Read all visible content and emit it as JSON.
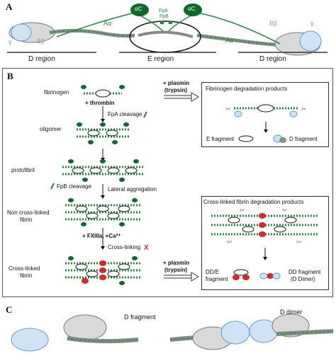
{
  "panel_a": {
    "letter": "A",
    "alpha_c_left": "αC",
    "alpha_c_right": "αC",
    "fpa": "FpA",
    "fpb": "FpB",
    "a_alpha_left": "Aα",
    "a_alpha_right": "Aα",
    "b_beta_left": "Bβ",
    "b_beta_right": "Bβ",
    "gamma_left": "γ",
    "gamma_right": "γ",
    "region_left": "D region",
    "region_mid": "E region",
    "region_right": "D region"
  },
  "panel_b": {
    "letter": "B",
    "fibrinogen": "fibrinogen",
    "thrombin": "+ thrombin",
    "fpa_cleavage": "FpA cleavage",
    "oligomer": "oligomer",
    "protofibril": "protofibril",
    "fpb_cleavage": "FpB cleavage",
    "lateral_aggregation": "Lateral aggregation",
    "non_cross_linked_1": "Non cross-linked",
    "non_cross_linked_2": "fibrin",
    "fxiiia": "+ FXIIIa, +Ca²⁺",
    "cross_linking": "Cross-linking",
    "cross_linked_1": "Cross-linked",
    "cross_linked_2": "fibrin",
    "plasmin_top_1": "+ plasmin",
    "plasmin_top_2": "(trypsin)",
    "plasmin_bottom_1": "+ plasmin",
    "plasmin_bottom_2": "(trypsin)",
    "fib_products_title": "Fibrinogen degradation products",
    "e_fragment": "E fragment",
    "d_fragment": "D fragment",
    "xl_products_title": "Cross-linked fibrin degradation products",
    "dde_1": "DD/E",
    "dde_2": "fragment",
    "dd_fragment_1": "DD fragment",
    "dd_fragment_2": "(D Dimer)"
  },
  "panel_c": {
    "letter": "C",
    "d_fragment": "D fragment",
    "d_dimer": "D dimer"
  },
  "colors": {
    "green": "#1f8a3a",
    "dark_green": "#0b6b2a",
    "gamma_blue": "#5b9bd5",
    "protein_gray": "#8c8c8c",
    "crosslink_red": "#d62828"
  }
}
